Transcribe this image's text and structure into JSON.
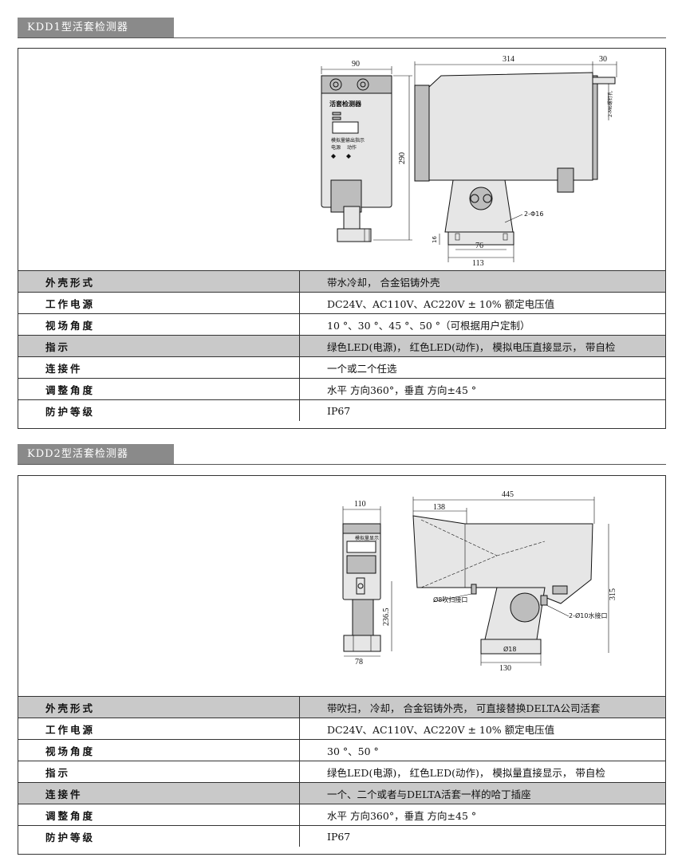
{
  "sections": [
    {
      "title": "KDD1型活套检测器",
      "dims": {
        "d90": "90",
        "d290": "290",
        "d314": "314",
        "d30": "30",
        "d2m6": "2-M6螺钉孔",
        "d2phi16": "2-Φ16",
        "d16": "16",
        "d76": "76",
        "d113": "113"
      },
      "panel": {
        "title": "活套检测器",
        "labels": "模拟量输出指示",
        "led1": "电源",
        "led2": "动作"
      },
      "rows": [
        {
          "key": "外壳形式",
          "value": "带水冷却， 合金铝铸外壳"
        },
        {
          "key": "工作电源",
          "value": "DC24V、AC110V、AC220V ± 10% 额定电压值"
        },
        {
          "key": "视场角度",
          "value": "10 °、30 °、45 °、50 °（可根据用户定制）"
        },
        {
          "key": "指示",
          "value": "绿色LED(电源)， 红色LED(动作)， 模拟电压直接显示， 带自检"
        },
        {
          "key": "连接件",
          "value": "一个或二个任选"
        },
        {
          "key": "调整角度",
          "value": "水平 方向360°，垂直 方向±45 °"
        },
        {
          "key": "防护等级",
          "value": "IP67"
        }
      ]
    },
    {
      "title": "KDD2型活套检测器",
      "dims": {
        "d110": "110",
        "d445": "445",
        "d138": "138",
        "d315": "315",
        "d2365": "236.5",
        "dphi8": "Ø8吹扫接口",
        "dphi10": "2-Ø10水接口",
        "dphi18": "Ø18",
        "d130": "130",
        "d78": "78"
      },
      "panel": {
        "labels": "模拟量显示"
      },
      "rows": [
        {
          "key": "外壳形式",
          "value": "带吹扫， 冷却， 合金铝铸外壳， 可直接替换DELTA公司活套"
        },
        {
          "key": "工作电源",
          "value": "DC24V、AC110V、AC220V ± 10% 额定电压值"
        },
        {
          "key": "视场角度",
          "value": "30 °、50 °"
        },
        {
          "key": "指示",
          "value": "绿色LED(电源)， 红色LED(动作)， 模拟量直接显示， 带自检"
        },
        {
          "key": "连接件",
          "value": "一个、二个或者与DELTA活套一样的哈丁插座"
        },
        {
          "key": "调整角度",
          "value": "水平 方向360°，垂直 方向±45 °"
        },
        {
          "key": "防护等级",
          "value": "IP67"
        }
      ]
    }
  ]
}
